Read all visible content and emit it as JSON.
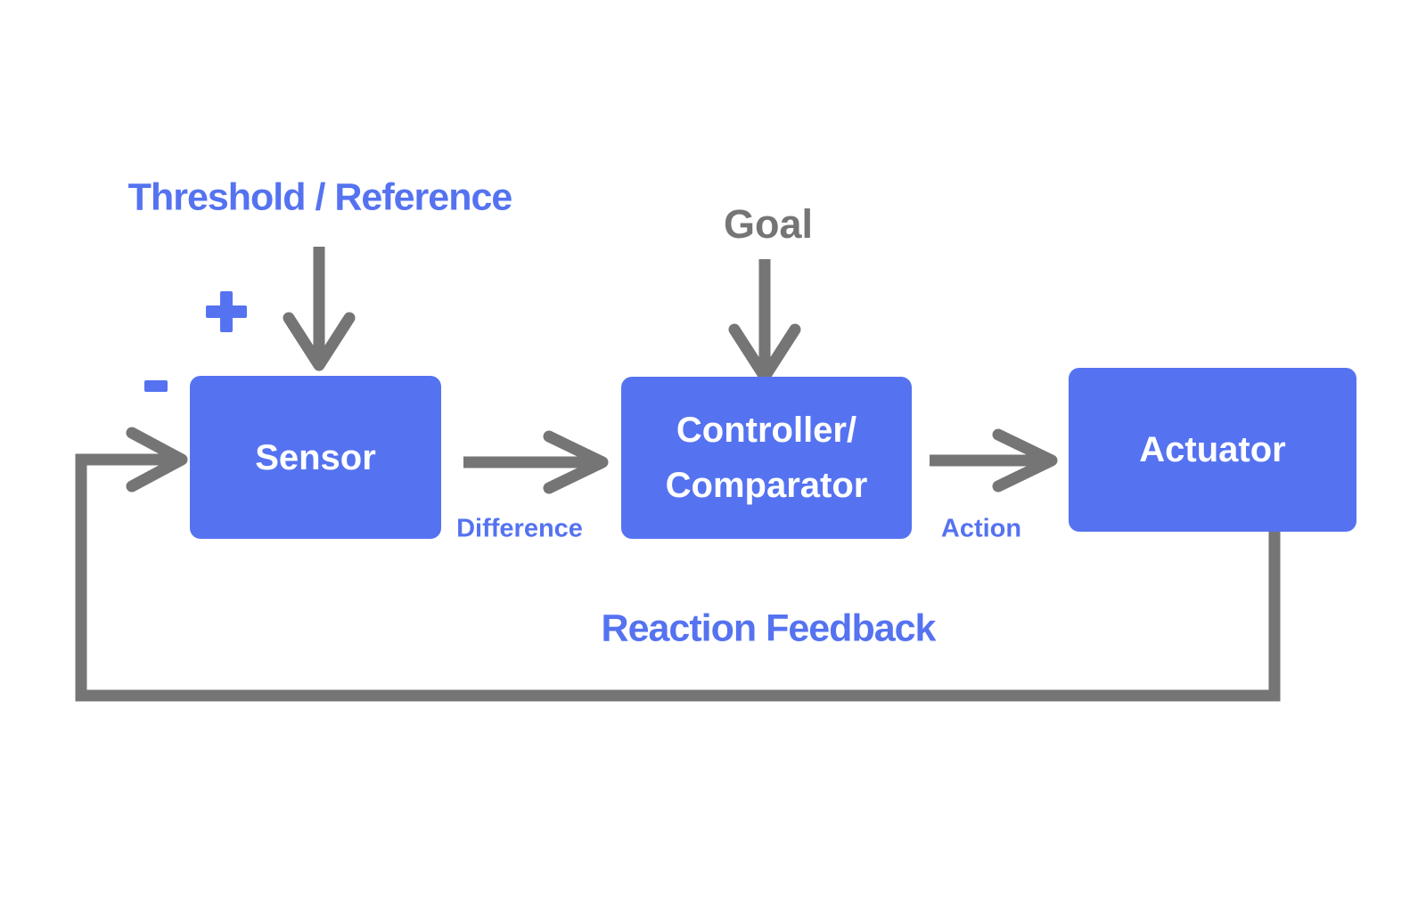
{
  "colors": {
    "accent_blue": "#5573F0",
    "arrow_gray": "#757575",
    "box_text": "#FFFFFF",
    "background": "#FFFFFF"
  },
  "labels": {
    "threshold_reference": "Threshold / Reference",
    "goal": "Goal",
    "difference": "Difference",
    "action": "Action",
    "reaction_feedback": "Reaction Feedback"
  },
  "signs": {
    "plus": "+",
    "minus": "-"
  },
  "nodes": {
    "sensor": {
      "label": "Sensor"
    },
    "controller": {
      "label_line1": "Controller/",
      "label_line2": "Comparator"
    },
    "actuator": {
      "label": "Actuator"
    }
  }
}
